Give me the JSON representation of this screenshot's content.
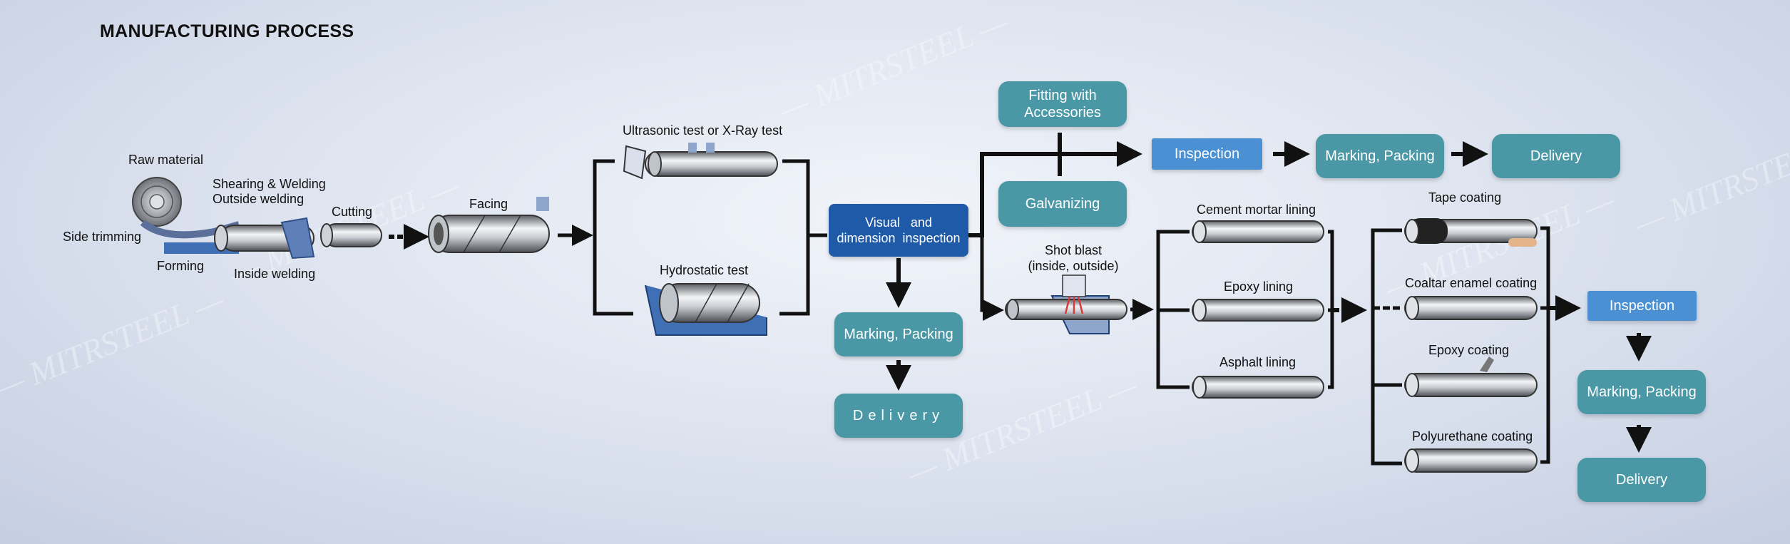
{
  "title": "MANUFACTURING PROCESS",
  "watermark": "— MITRSTEEL —",
  "labels": {
    "raw_material": "Raw material",
    "shearing_welding": "Shearing & Welding",
    "outside_welding": "Outside welding",
    "cutting": "Cutting",
    "side_trimming": "Side trimming",
    "forming": "Forming",
    "inside_welding": "Inside welding",
    "facing": "Facing",
    "ultrasonic": "Ultrasonic test or X-Ray test",
    "hydrostatic": "Hydrostatic test",
    "shot_blast_1": "Shot blast",
    "shot_blast_2": "(inside, outside)",
    "cement_mortar": "Cement mortar lining",
    "epoxy_lining": "Epoxy lining",
    "asphalt_lining": "Asphalt lining",
    "tape_coating": "Tape coating",
    "coaltar": "Coaltar enamel coating",
    "epoxy_coating": "Epoxy coating",
    "polyurethane": "Polyurethane coating"
  },
  "boxes": {
    "visual_1": "Visual   and",
    "visual_2": "dimension  inspection",
    "marking_packing_center": "Marking,  Packing",
    "delivery_center": "Delivery",
    "fitting_1": "Fitting with",
    "fitting_2": "Accessories",
    "galvanizing": "Galvanizing",
    "inspection_top": "Inspection",
    "marking_packing_top": "Marking, Packing",
    "delivery_top": "Delivery",
    "inspection_right": "Inspection",
    "marking_packing_right": "Marking, Packing",
    "delivery_right": "Delivery"
  },
  "colors": {
    "teal": "#4a97a5",
    "inspection_blue": "#4a90d3",
    "navy": "#1f5aa8"
  }
}
